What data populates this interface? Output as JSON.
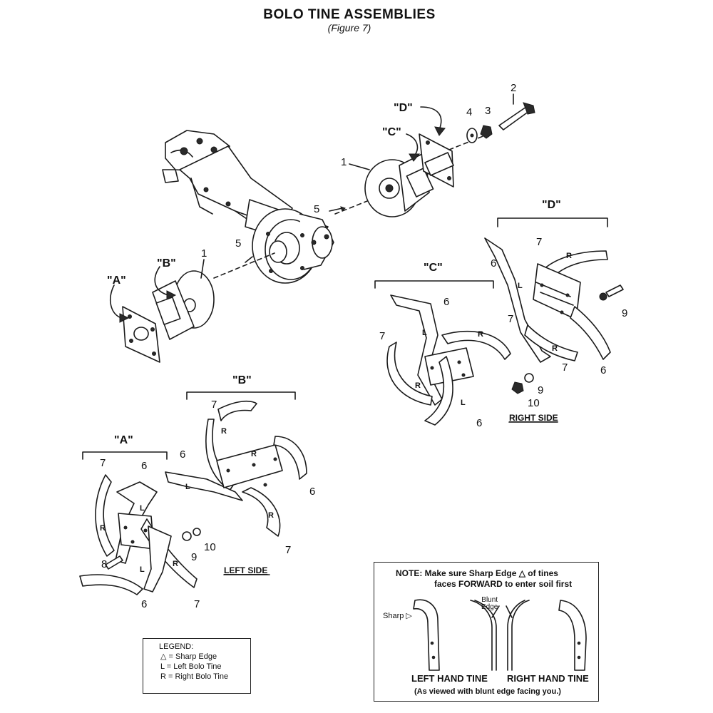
{
  "header": {
    "title": "BOLO TINE ASSEMBLIES",
    "subtitle": "(Figure 7)"
  },
  "callouts": {
    "n1": "1",
    "n2": "2",
    "n3": "3",
    "n4": "4",
    "n5": "5",
    "n6": "6",
    "n7": "7",
    "n8": "8",
    "n9": "9",
    "n10": "10",
    "A": "\"A\"",
    "B": "\"B\"",
    "C": "\"C\"",
    "D": "\"D\""
  },
  "tine_marks": {
    "L": "L",
    "R": "R"
  },
  "sides": {
    "left": "LEFT SIDE",
    "right": "RIGHT SIDE"
  },
  "legend": {
    "heading": "LEGEND:",
    "sharp": "△ = Sharp Edge",
    "left": "L  = Left Bolo Tine",
    "right": "R  = Right Bolo Tine"
  },
  "note": {
    "line1": "NOTE:  Make sure Sharp Edge △ of tines",
    "line2": "faces FORWARD to enter soil first",
    "sharp_label": "Sharp ▷",
    "blunt_label_1": "Blunt",
    "blunt_label_2": "Edge",
    "left_hand": "LEFT HAND TINE",
    "right_hand": "RIGHT HAND TINE",
    "viewed": "(As viewed with blunt edge facing you.)"
  }
}
